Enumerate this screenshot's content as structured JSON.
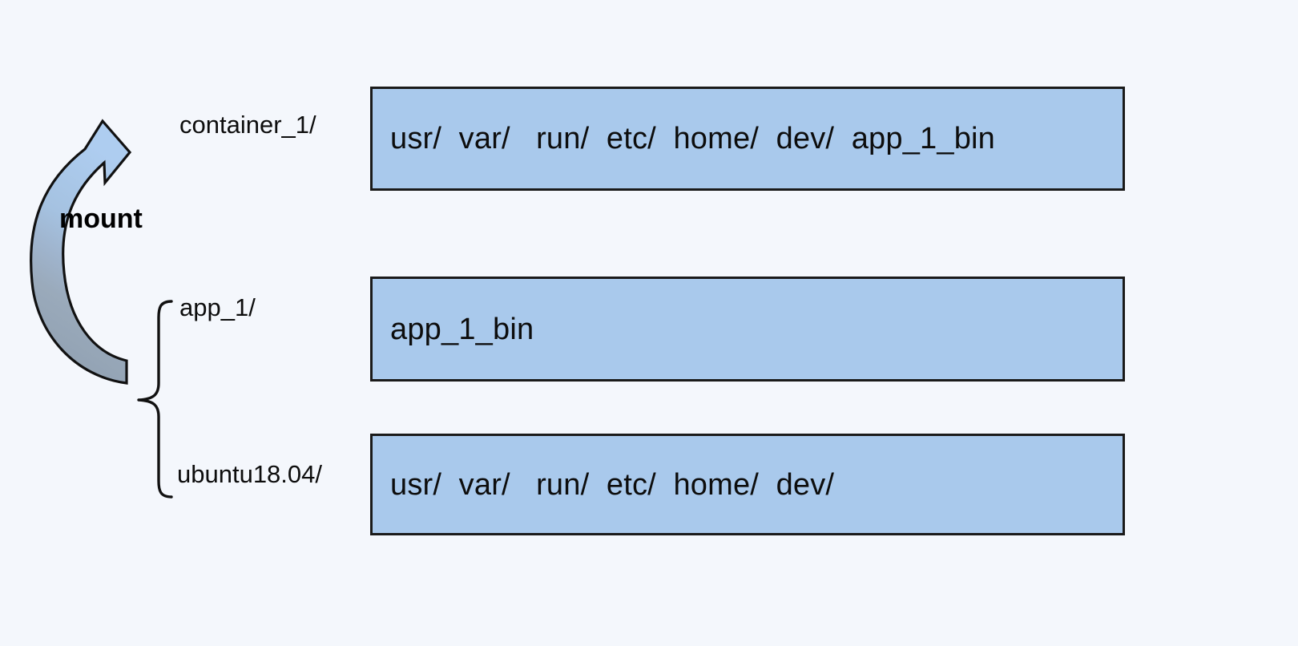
{
  "diagram": {
    "title": "container filesystem mount diagram",
    "background_color": "#f4f7fc",
    "box_fill_color": "#a9c9ec",
    "box_border_color": "#1a1a1a",
    "arrow_gradient_from": "#a9c9ec",
    "arrow_gradient_to": "#93a3b3"
  },
  "mount_arrow": {
    "label": "mount",
    "direction": "from lower image layers up into container layer"
  },
  "rows": [
    {
      "id": "container_1",
      "label": "container_1/",
      "contents": "usr/  var/   run/  etc/  home/  dev/  app_1_bin",
      "entries": [
        "usr/",
        "var/",
        "run/",
        "etc/",
        "home/",
        "dev/",
        "app_1_bin"
      ]
    },
    {
      "id": "app_1",
      "label": "app_1/",
      "contents": "app_1_bin",
      "entries": [
        "app_1_bin"
      ]
    },
    {
      "id": "ubuntu18_04",
      "label": "ubuntu18.04/",
      "contents": "usr/  var/   run/  etc/  home/  dev/",
      "entries": [
        "usr/",
        "var/",
        "run/",
        "etc/",
        "home/",
        "dev/"
      ]
    }
  ],
  "brace": {
    "groups": [
      "app_1/",
      "ubuntu18.04/"
    ]
  }
}
